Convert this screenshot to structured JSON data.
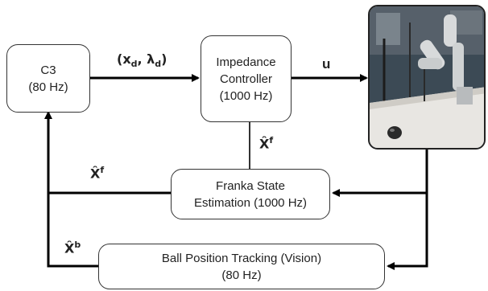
{
  "blocks": {
    "c3": {
      "line1": "C3",
      "line2": "(80 Hz)"
    },
    "impedance": {
      "line1": "Impedance",
      "line2": "Controller",
      "line3": "(1000 Hz)"
    },
    "franka": {
      "line1": "Franka State",
      "line2": "Estimation (1000 Hz)"
    },
    "ball": {
      "line1": "Ball Position Tracking (Vision)",
      "line2": "(80 Hz)"
    }
  },
  "signals": {
    "desired": {
      "base1": "(x",
      "sub1": "d",
      "sep": ", λ",
      "sub2": "d",
      "close": ")"
    },
    "u": "u",
    "xf_vertical": {
      "base": "X̂",
      "sup": "f"
    },
    "xf_feedback": {
      "base": "X̂",
      "sup": "f"
    },
    "xb_feedback": {
      "base": "X̂",
      "sup": "b"
    }
  },
  "photo": {
    "description": "robot-arm-photo",
    "colors": {
      "wall": "#3c4a55",
      "table": "#e8e6e2",
      "robot": "#d8dadb",
      "ball": "#2a2a2a"
    }
  }
}
